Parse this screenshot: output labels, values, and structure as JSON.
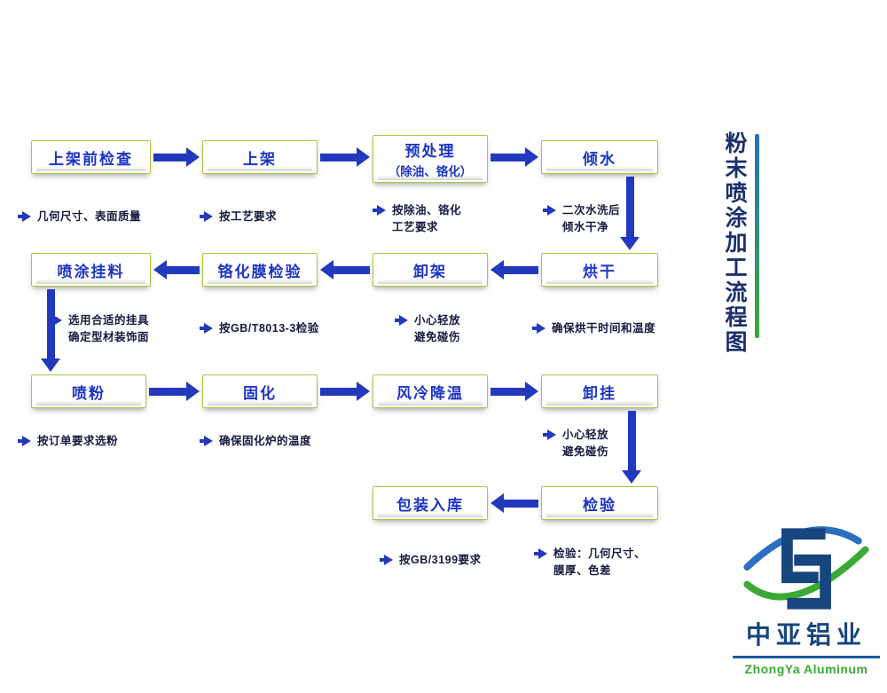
{
  "title": {
    "text": "粉末喷涂加工流程图"
  },
  "nodes": [
    {
      "label": "上架前检查"
    },
    {
      "label": "上架"
    },
    {
      "label": "预处理",
      "sublabel": "（除油、铬化）"
    },
    {
      "label": "倾水"
    },
    {
      "label": "喷涂挂料"
    },
    {
      "label": "铬化膜检验"
    },
    {
      "label": "卸架"
    },
    {
      "label": "烘干"
    },
    {
      "label": "喷粉"
    },
    {
      "label": "固化"
    },
    {
      "label": "风冷降温"
    },
    {
      "label": "卸挂"
    },
    {
      "label": "包装入库"
    },
    {
      "label": "检验"
    }
  ],
  "notes": [
    {
      "text": "几何尺寸、表面质量"
    },
    {
      "text": "按工艺要求"
    },
    {
      "text": "按除油、铬化\n工艺要求"
    },
    {
      "text": "二次水洗后\n倾水干净"
    },
    {
      "text": "选用合适的挂具\n确定型材装饰面"
    },
    {
      "text": "按GB/T8013-3检验"
    },
    {
      "text": "小心轻放\n避免碰伤"
    },
    {
      "text": "确保烘干时间和温度"
    },
    {
      "text": "按订单要求选粉"
    },
    {
      "text": "确保固化炉的温度"
    },
    {
      "text": "小心轻放\n避免碰伤"
    },
    {
      "text": "按GB/3199要求"
    },
    {
      "text": "检验：几何尺寸、\n膜厚、色差"
    }
  ],
  "logo": {
    "cn": "中亚铝业",
    "en": "ZhongYa Aluminum"
  },
  "colors": {
    "arrow_blue": "#2239bd",
    "box_border": "#a5c93d",
    "box_text": "#1d35c4",
    "note_text": "#161a40",
    "title_navy": "#1b2f6e",
    "accent_blue": "#2a6fc0",
    "logo_blue": "#17457e",
    "logo_green": "#3aaa35",
    "divider_blue": "#1d5b9e"
  }
}
